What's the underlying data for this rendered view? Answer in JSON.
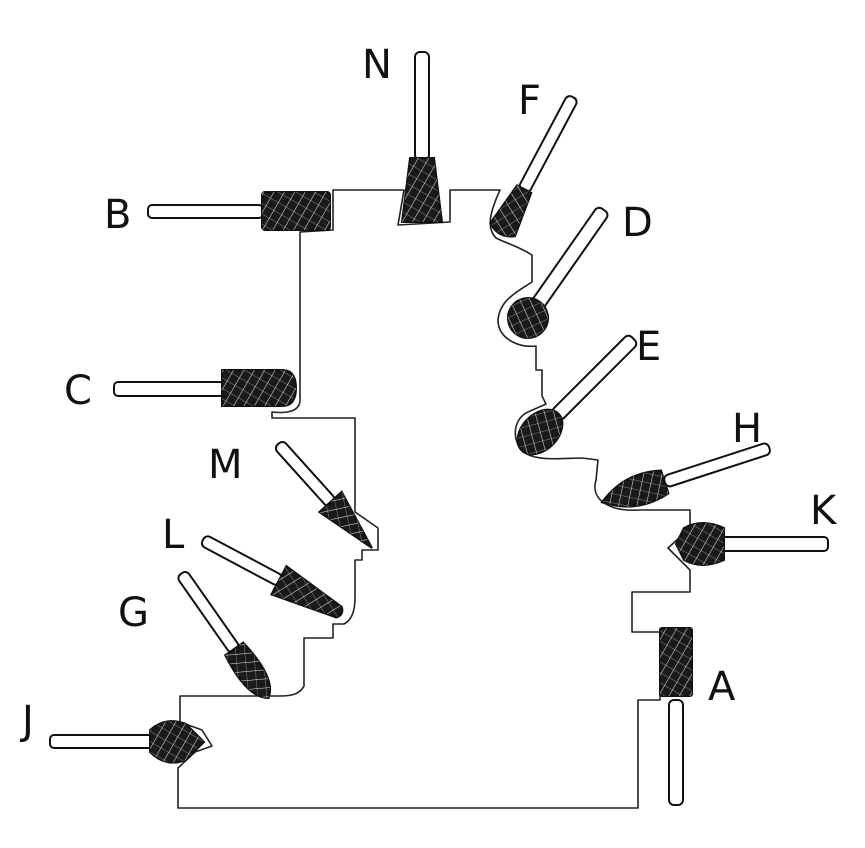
{
  "labels": {
    "A": "A",
    "B": "B",
    "C": "C",
    "D": "D",
    "E": "E",
    "F": "F",
    "G": "G",
    "H": "H",
    "J": "J",
    "K": "K",
    "L": "L",
    "M": "M",
    "N": "N"
  },
  "burrs": [
    {
      "id": "A",
      "shape": "cylinder"
    },
    {
      "id": "B",
      "shape": "cylinder-end-cut"
    },
    {
      "id": "C",
      "shape": "cylinder-radius-end"
    },
    {
      "id": "D",
      "shape": "ball"
    },
    {
      "id": "E",
      "shape": "oval"
    },
    {
      "id": "F",
      "shape": "tree-radius-end"
    },
    {
      "id": "G",
      "shape": "tree-pointed"
    },
    {
      "id": "H",
      "shape": "flame"
    },
    {
      "id": "J",
      "shape": "countersink-60"
    },
    {
      "id": "K",
      "shape": "countersink-90"
    },
    {
      "id": "L",
      "shape": "taper-radius-end"
    },
    {
      "id": "M",
      "shape": "cone-pointed"
    },
    {
      "id": "N",
      "shape": "inverted-cone"
    }
  ],
  "colors": {
    "line": "#222222",
    "head": "#1a1a1a",
    "background": "#ffffff"
  }
}
